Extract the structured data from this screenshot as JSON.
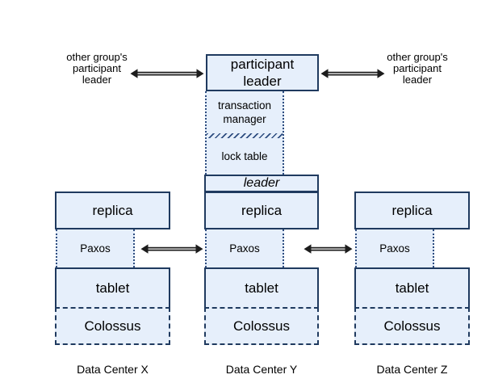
{
  "diagram": {
    "participant_leader": "participant\nleader",
    "external_left": "other group's\nparticipant\nleader",
    "external_right": "other group's\nparticipant\nleader",
    "transaction_manager": "transaction\nmanager",
    "lock_table": "lock table",
    "leader": "leader"
  },
  "columns": [
    {
      "replica": "replica",
      "paxos": "Paxos",
      "tablet": "tablet",
      "colossus": "Colossus",
      "datacenter": "Data Center X"
    },
    {
      "replica": "replica",
      "paxos": "Paxos",
      "tablet": "tablet",
      "colossus": "Colossus",
      "datacenter": "Data Center Y"
    },
    {
      "replica": "replica",
      "paxos": "Paxos",
      "tablet": "tablet",
      "colossus": "Colossus",
      "datacenter": "Data Center Z"
    }
  ],
  "icons": {
    "double_arrow": "double-headed connector"
  },
  "colors": {
    "box_fill": "#e6effb",
    "box_border": "#1f3a5f",
    "dotted_border": "#2e4d80",
    "arrow": "#1c1c1c"
  }
}
